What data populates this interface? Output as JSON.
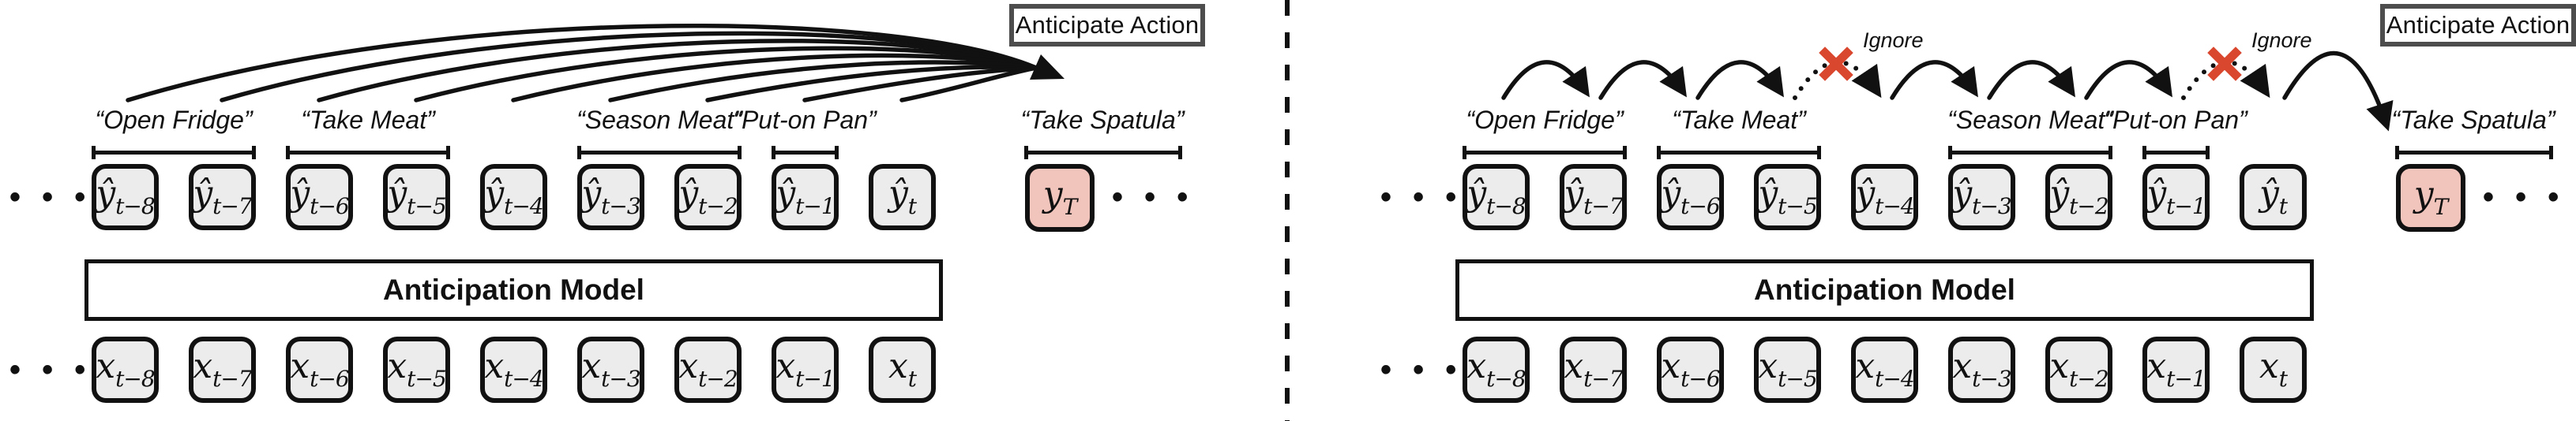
{
  "figure": {
    "anticipate_action_label": "Anticipate Action",
    "anticipation_model_label": "Anticipation Model",
    "ignore_label": "Ignore",
    "ellipsis": "• • •"
  },
  "segments": [
    {
      "label": "“Open Fridge”"
    },
    {
      "label": "“Take Meat”"
    },
    {
      "label": "“Season Meat”"
    },
    {
      "label": "“Put-on Pan”"
    },
    {
      "label": "“Take Spatula”"
    }
  ],
  "y_tokens": [
    {
      "base": "ŷ",
      "sub": "t−8"
    },
    {
      "base": "ŷ",
      "sub": "t−7"
    },
    {
      "base": "ŷ",
      "sub": "t−6"
    },
    {
      "base": "ŷ",
      "sub": "t−5"
    },
    {
      "base": "ŷ",
      "sub": "t−4"
    },
    {
      "base": "ŷ",
      "sub": "t−3"
    },
    {
      "base": "ŷ",
      "sub": "t−2"
    },
    {
      "base": "ŷ",
      "sub": "t−1"
    },
    {
      "base": "ŷ",
      "sub": "t"
    }
  ],
  "y_target": {
    "base": "y",
    "sub": "T"
  },
  "x_tokens": [
    {
      "base": "x",
      "sub": "t−8"
    },
    {
      "base": "x",
      "sub": "t−7"
    },
    {
      "base": "x",
      "sub": "t−6"
    },
    {
      "base": "x",
      "sub": "t−5"
    },
    {
      "base": "x",
      "sub": "t−4"
    },
    {
      "base": "x",
      "sub": "t−3"
    },
    {
      "base": "x",
      "sub": "t−2"
    },
    {
      "base": "x",
      "sub": "t−1"
    },
    {
      "base": "x",
      "sub": "t"
    }
  ],
  "colors": {
    "token_fill": "#ececec",
    "token_border": "#111111",
    "target_fill": "#f2c5bc",
    "arc": "#111111",
    "ignore_x": "#d9472f",
    "action_box_border": "#4d4d4d"
  }
}
